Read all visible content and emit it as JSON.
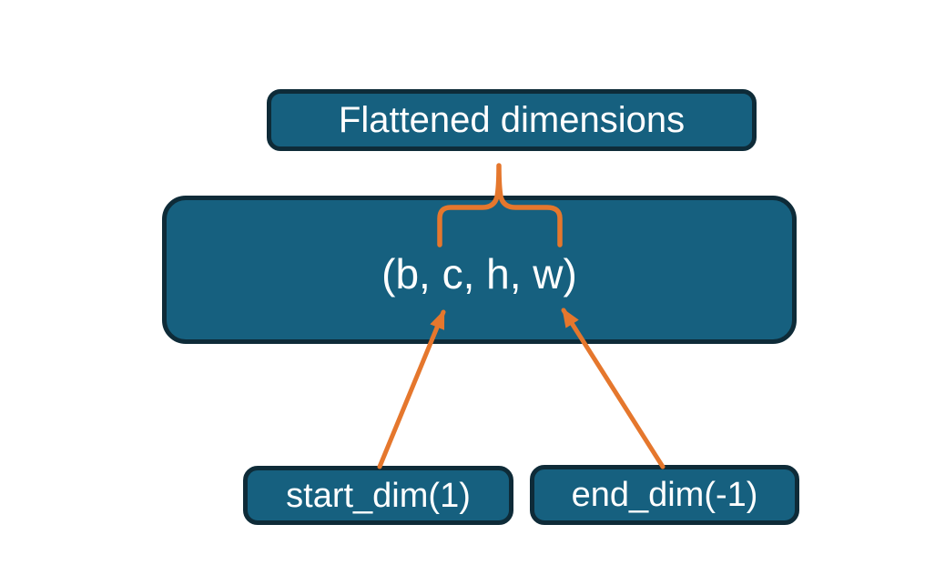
{
  "diagram": {
    "title_box": {
      "label": "Flattened dimensions"
    },
    "tensor_box": {
      "label": "(b, c, h, w)"
    },
    "start_box": {
      "label": "start_dim(1)"
    },
    "end_box": {
      "label": "end_dim(-1)"
    },
    "colors": {
      "box_fill": "#16607f",
      "box_border": "#0e2b38",
      "accent_orange": "#e5772d",
      "text_color": "#ffffff",
      "background": "#ffffff"
    }
  }
}
